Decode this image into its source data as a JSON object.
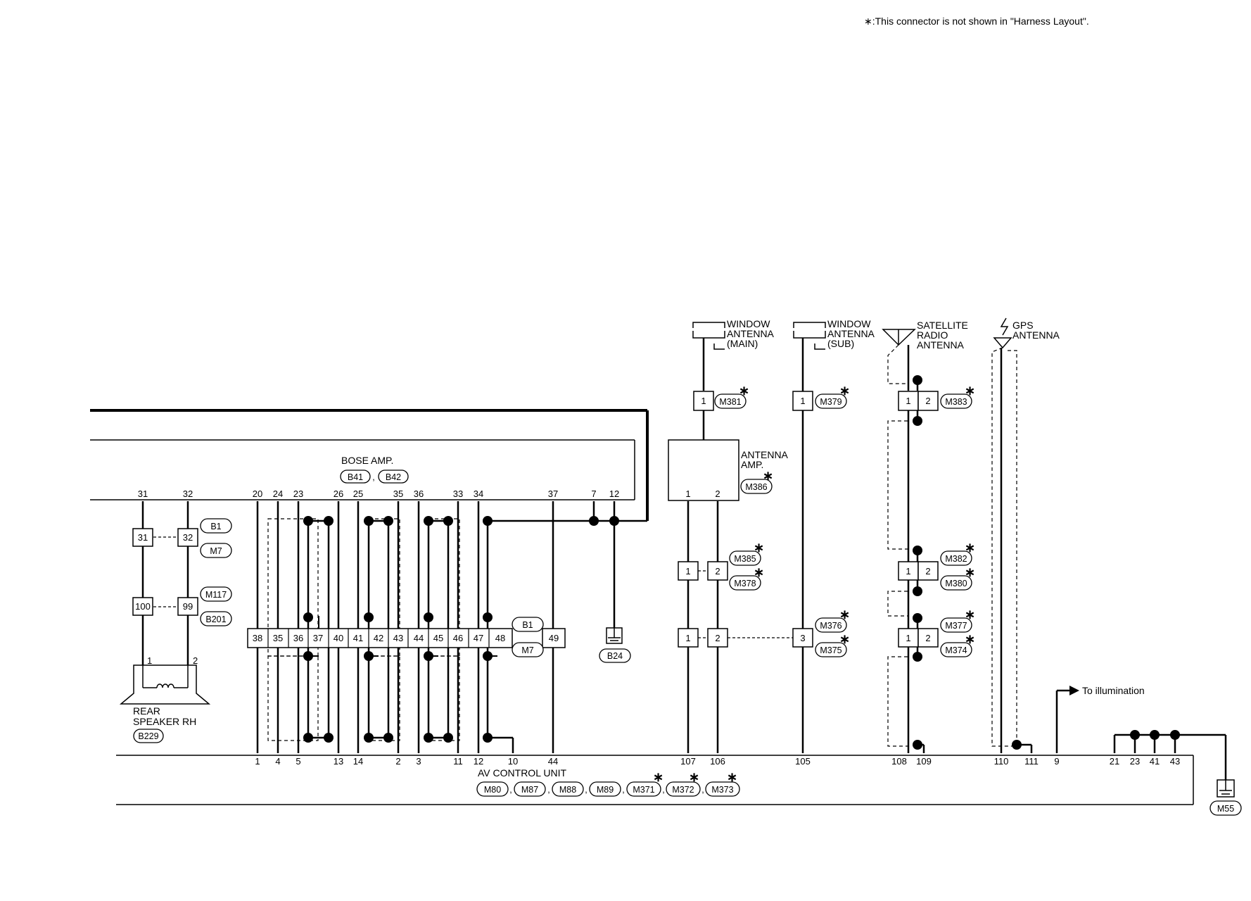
{
  "note": "∗:This connector is not shown in \"Harness Layout\".",
  "bose_amp": {
    "label": "BOSE AMP.",
    "connectors": [
      "B41",
      "B42"
    ]
  },
  "bose_top_pins": [
    "31",
    "32",
    "20",
    "24",
    "23",
    "26",
    "25",
    "35",
    "36",
    "33",
    "34",
    "37",
    "7",
    "12"
  ],
  "speaker_conn_a": {
    "left": "31",
    "right": "32",
    "tags": [
      "B1",
      "M7"
    ]
  },
  "speaker_conn_b": {
    "left": "100",
    "right": "99",
    "tags": [
      "M117",
      "B201"
    ]
  },
  "rear_speaker": {
    "label": [
      "REAR",
      "SPEAKER RH"
    ],
    "pins": [
      "1",
      "2"
    ],
    "connector": "B229"
  },
  "inline_block": {
    "pins": [
      "38",
      "35",
      "36",
      "37",
      "40",
      "41",
      "42",
      "43",
      "44",
      "45",
      "46",
      "47",
      "48"
    ],
    "extra_pin": "49",
    "tags": [
      "B1",
      "M7"
    ]
  },
  "ground_b24": "B24",
  "av_bottom_pins": [
    "1",
    "4",
    "5",
    "13",
    "14",
    "2",
    "3",
    "11",
    "12",
    "10",
    "44",
    "107",
    "106",
    "105",
    "108",
    "109",
    "110",
    "111",
    "9",
    "21",
    "23",
    "41",
    "43"
  ],
  "av_unit": {
    "label": "AV CONTROL UNIT",
    "connectors": [
      "M80",
      "M87",
      "M88",
      "M89",
      "M371",
      "M372",
      "M373"
    ]
  },
  "window_main": {
    "label": [
      "WINDOW",
      "ANTENNA",
      "(MAIN)"
    ],
    "pin": "1",
    "connector": "M381"
  },
  "window_sub": {
    "label": [
      "WINDOW",
      "ANTENNA",
      "(SUB)"
    ],
    "pin": "1",
    "connector": "M379"
  },
  "satellite": {
    "label": [
      "SATELLITE",
      "RADIO",
      "ANTENNA"
    ],
    "pins": [
      "1",
      "2"
    ],
    "connector": "M383"
  },
  "gps": {
    "label": [
      "GPS",
      "ANTENNA"
    ]
  },
  "antenna_amp": {
    "label": [
      "ANTENNA",
      "AMP."
    ],
    "connector": "M386",
    "pins": [
      "1",
      "2"
    ]
  },
  "ant_conn_mid": {
    "pins": [
      "1",
      "2"
    ],
    "tags": [
      "M385",
      "M378"
    ]
  },
  "ant_conn_low": {
    "pins": [
      "1",
      "2",
      "3"
    ],
    "tags": [
      "M376",
      "M375"
    ]
  },
  "sat_conn_mid": {
    "pins": [
      "1",
      "2"
    ],
    "tags": [
      "M382",
      "M380"
    ]
  },
  "sat_conn_low": {
    "pins": [
      "1",
      "2"
    ],
    "tags": [
      "M377",
      "M374"
    ]
  },
  "illumination": "To illumination",
  "ground_m55": "M55",
  "star": "∗"
}
